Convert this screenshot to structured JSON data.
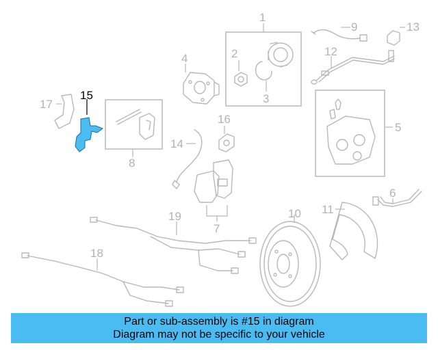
{
  "diagram": {
    "highlight_color": "#4bbcf1",
    "part_color": "#b8b8b8",
    "callouts": {
      "c1": "1",
      "c2": "2",
      "c3": "3",
      "c4": "4",
      "c5": "5",
      "c6": "6",
      "c7": "7",
      "c8": "8",
      "c9": "9",
      "c10": "10",
      "c11": "11",
      "c12": "12",
      "c13": "13",
      "c14": "14",
      "c15": "15",
      "c16": "16",
      "c17": "17",
      "c18": "18",
      "c19": "19"
    },
    "highlighted_part": "15"
  },
  "banner": {
    "line1": "Part or sub-assembly is #15 in diagram",
    "line2": "Diagram may not be specific to your vehicle"
  }
}
